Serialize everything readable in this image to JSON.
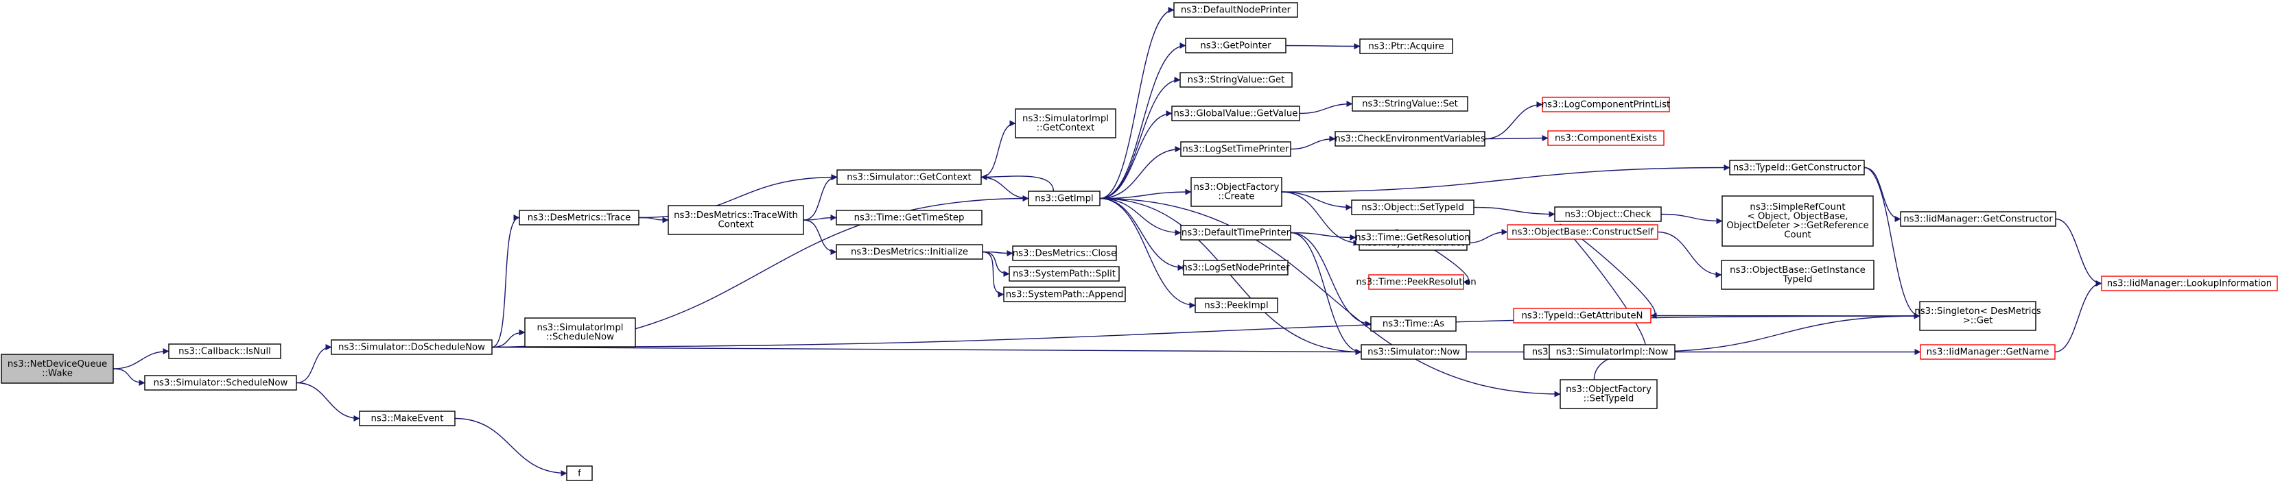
{
  "graph": {
    "colors": {
      "edge": "#191970",
      "border": "#000000",
      "border_highlight": "#ff0000",
      "root_fill": "#bfbfbf"
    },
    "nodes": [
      {
        "id": "root",
        "lines": [
          "ns3::NetDeviceQueue",
          "::Wake"
        ],
        "style": "root"
      },
      {
        "id": "isnull",
        "lines": [
          "ns3::Callback::IsNull"
        ]
      },
      {
        "id": "schednow",
        "lines": [
          "ns3::Simulator::ScheduleNow"
        ]
      },
      {
        "id": "doschednow",
        "lines": [
          "ns3::Simulator::DoScheduleNow"
        ]
      },
      {
        "id": "makeevent",
        "lines": [
          "ns3::MakeEvent"
        ]
      },
      {
        "id": "f",
        "lines": [
          "f"
        ]
      },
      {
        "id": "desmtrace",
        "lines": [
          "ns3::DesMetrics::Trace"
        ]
      },
      {
        "id": "simimplsched",
        "lines": [
          "ns3::SimulatorImpl",
          "::ScheduleNow"
        ]
      },
      {
        "id": "tracewith",
        "lines": [
          "ns3::DesMetrics::TraceWith",
          "Context"
        ]
      },
      {
        "id": "desinit",
        "lines": [
          "ns3::DesMetrics::Initialize"
        ]
      },
      {
        "id": "getcontext",
        "lines": [
          "ns3::Simulator::GetContext"
        ]
      },
      {
        "id": "gettimestep",
        "lines": [
          "ns3::Time::GetTimeStep"
        ]
      },
      {
        "id": "simimplctx",
        "lines": [
          "ns3::SimulatorImpl",
          "::GetContext"
        ]
      },
      {
        "id": "desclose",
        "lines": [
          "ns3::DesMetrics::Close"
        ]
      },
      {
        "id": "split",
        "lines": [
          "ns3::SystemPath::Split"
        ]
      },
      {
        "id": "append",
        "lines": [
          "ns3::SystemPath::Append"
        ]
      },
      {
        "id": "getimpl",
        "lines": [
          "ns3::GetImpl"
        ]
      },
      {
        "id": "defnodeprinter",
        "lines": [
          "ns3::DefaultNodePrinter"
        ]
      },
      {
        "id": "getpointer",
        "lines": [
          "ns3::GetPointer"
        ]
      },
      {
        "id": "ptracquire",
        "lines": [
          "ns3::Ptr::Acquire"
        ]
      },
      {
        "id": "strvalget",
        "lines": [
          "ns3::StringValue::Get"
        ]
      },
      {
        "id": "globalvalget",
        "lines": [
          "ns3::GlobalValue::GetValue"
        ]
      },
      {
        "id": "strvalset",
        "lines": [
          "ns3::StringValue::Set"
        ]
      },
      {
        "id": "logsettime",
        "lines": [
          "ns3::LogSetTimePrinter"
        ]
      },
      {
        "id": "checkenv",
        "lines": [
          "ns3::CheckEnvironmentVariables"
        ]
      },
      {
        "id": "logcomplist",
        "lines": [
          "ns3::LogComponentPrintList"
        ],
        "style": "highlight"
      },
      {
        "id": "compexists",
        "lines": [
          "ns3::ComponentExists"
        ],
        "style": "highlight"
      },
      {
        "id": "objfactcreate",
        "lines": [
          "ns3::ObjectFactory",
          "::Create"
        ]
      },
      {
        "id": "objsettypeid",
        "lines": [
          "ns3::Object::SetTypeId"
        ]
      },
      {
        "id": "objcheck",
        "lines": [
          "ns3::Object::Check"
        ]
      },
      {
        "id": "simplerefcount",
        "lines": [
          "ns3::SimpleRefCount",
          "< Object, ObjectBase,",
          " ObjectDeleter >::GetReference",
          "Count"
        ]
      },
      {
        "id": "objconstruct",
        "lines": [
          "ns3::Object::Construct"
        ]
      },
      {
        "id": "objbaseconstruct",
        "lines": [
          "ns3::ObjectBase::ConstructSelf"
        ],
        "style": "highlight"
      },
      {
        "id": "objbasegetinst",
        "lines": [
          "ns3::ObjectBase::GetInstance",
          "TypeId"
        ]
      },
      {
        "id": "typeidgetattr",
        "lines": [
          "ns3::TypeId::GetAttributeN"
        ],
        "style": "highlight"
      },
      {
        "id": "typeidgetname",
        "lines": [
          "ns3::TypeId::GetName"
        ]
      },
      {
        "id": "typeidgetctor",
        "lines": [
          "ns3::TypeId::GetConstructor"
        ]
      },
      {
        "id": "iidmgrgetctor",
        "lines": [
          "ns3::IidManager::GetConstructor"
        ]
      },
      {
        "id": "iidmgrlookup",
        "lines": [
          "ns3::IidManager::LookupInformation"
        ],
        "style": "highlight"
      },
      {
        "id": "iidmgrgetname",
        "lines": [
          "ns3::IidManager::GetName"
        ],
        "style": "highlight"
      },
      {
        "id": "singletonget",
        "lines": [
          "ns3::Singleton< DesMetrics",
          " >::Get"
        ]
      },
      {
        "id": "defaulttime",
        "lines": [
          "ns3::DefaultTimePrinter"
        ]
      },
      {
        "id": "timegetres",
        "lines": [
          "ns3::Time::GetResolution"
        ]
      },
      {
        "id": "timepeekres",
        "lines": [
          "ns3::Time::PeekResolution"
        ],
        "style": "highlight"
      },
      {
        "id": "timeas",
        "lines": [
          "ns3::Time::As"
        ]
      },
      {
        "id": "simnow",
        "lines": [
          "ns3::Simulator::Now"
        ]
      },
      {
        "id": "simimplnow",
        "lines": [
          "ns3::SimulatorImpl::Now"
        ]
      },
      {
        "id": "logsetnodeprinter",
        "lines": [
          "ns3::LogSetNodePrinter"
        ]
      },
      {
        "id": "peekimpl",
        "lines": [
          "ns3::PeekImpl"
        ]
      },
      {
        "id": "objfactsettypeid",
        "lines": [
          "ns3::ObjectFactory",
          "::SetTypeId"
        ]
      }
    ],
    "edges": [
      [
        "root",
        "isnull"
      ],
      [
        "root",
        "schednow"
      ],
      [
        "schednow",
        "doschednow"
      ],
      [
        "schednow",
        "makeevent"
      ],
      [
        "makeevent",
        "f"
      ],
      [
        "doschednow",
        "desmtrace"
      ],
      [
        "doschednow",
        "simimplsched"
      ],
      [
        "doschednow",
        "getimpl"
      ],
      [
        "doschednow",
        "simnow"
      ],
      [
        "doschednow",
        "singletonget"
      ],
      [
        "desmtrace",
        "tracewith"
      ],
      [
        "desmtrace",
        "getcontext"
      ],
      [
        "tracewith",
        "getcontext"
      ],
      [
        "tracewith",
        "gettimestep"
      ],
      [
        "tracewith",
        "desinit"
      ],
      [
        "getcontext",
        "simimplctx"
      ],
      [
        "getcontext",
        "getimpl"
      ],
      [
        "desinit",
        "desclose"
      ],
      [
        "desinit",
        "split"
      ],
      [
        "desinit",
        "append"
      ],
      [
        "getimpl",
        "defnodeprinter"
      ],
      [
        "getimpl",
        "getpointer"
      ],
      [
        "getimpl",
        "strvalget"
      ],
      [
        "getimpl",
        "globalvalget"
      ],
      [
        "getimpl",
        "logsettime"
      ],
      [
        "getimpl",
        "objfactcreate"
      ],
      [
        "getimpl",
        "defaulttime"
      ],
      [
        "getimpl",
        "logsetnodeprinter"
      ],
      [
        "getimpl",
        "peekimpl"
      ],
      [
        "getimpl",
        "simnow"
      ],
      [
        "getimpl",
        "objfactsettypeid"
      ],
      [
        "getimpl",
        "getcontext"
      ],
      [
        "getpointer",
        "ptracquire"
      ],
      [
        "globalvalget",
        "strvalset"
      ],
      [
        "logsettime",
        "checkenv"
      ],
      [
        "checkenv",
        "logcomplist"
      ],
      [
        "checkenv",
        "compexists"
      ],
      [
        "objfactcreate",
        "typeidgetctor"
      ],
      [
        "objfactcreate",
        "objsettypeid"
      ],
      [
        "objfactcreate",
        "objconstruct"
      ],
      [
        "objsettypeid",
        "objcheck"
      ],
      [
        "objcheck",
        "simplerefcount"
      ],
      [
        "objconstruct",
        "objbaseconstruct"
      ],
      [
        "objbaseconstruct",
        "objbasegetinst"
      ],
      [
        "objbaseconstruct",
        "typeidgetattr"
      ],
      [
        "objbaseconstruct",
        "typeidgetname"
      ],
      [
        "typeidgetattr",
        "singletonget"
      ],
      [
        "typeidgetname",
        "singletonget"
      ],
      [
        "typeidgetname",
        "iidmgrgetname"
      ],
      [
        "typeidgetctor",
        "iidmgrgetctor"
      ],
      [
        "typeidgetctor",
        "singletonget"
      ],
      [
        "iidmgrgetctor",
        "iidmgrlookup"
      ],
      [
        "iidmgrgetname",
        "iidmgrlookup"
      ],
      [
        "defaulttime",
        "timegetres"
      ],
      [
        "defaulttime",
        "timeas"
      ],
      [
        "defaulttime",
        "simnow"
      ],
      [
        "timegetres",
        "timepeekres"
      ],
      [
        "simnow",
        "simimplnow"
      ],
      [
        "objfactsettypeid",
        "typeidgetname"
      ]
    ]
  }
}
